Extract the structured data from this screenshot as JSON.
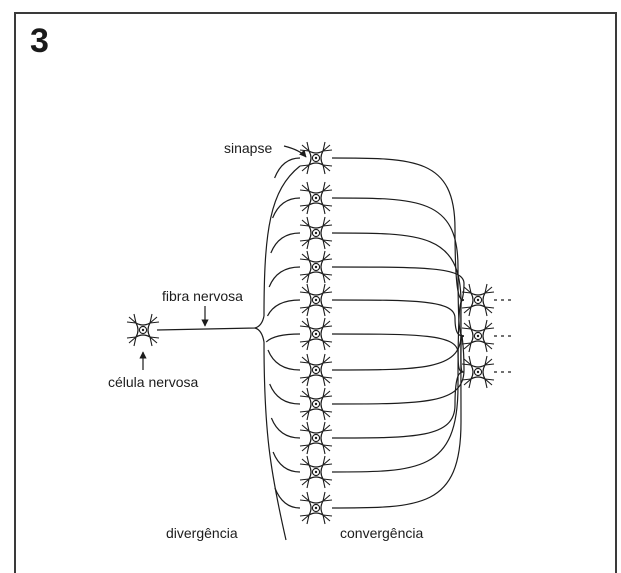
{
  "figure": {
    "number": "3"
  },
  "labels": {
    "sinapse": "sinapse",
    "fibra_nervosa": "fibra nervosa",
    "celula_nervosa": "célula nervosa",
    "divergencia": "divergência",
    "convergencia": "convergência"
  },
  "colors": {
    "ink": "#1c1c1c",
    "frame": "#3a3a3a",
    "background": "#ffffff"
  }
}
